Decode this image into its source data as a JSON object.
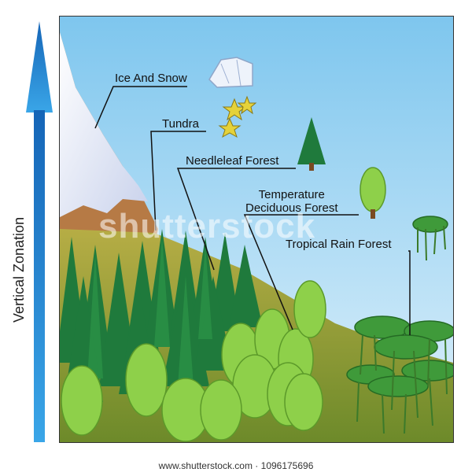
{
  "axis_label": "Vertical Zonation",
  "zones": [
    {
      "label": "Ice And Snow"
    },
    {
      "label": "Tundra"
    },
    {
      "label": "Needleleaf Forest"
    },
    {
      "label_line1": "Temperature",
      "label_line2": "Deciduous Forest"
    },
    {
      "label": "Tropical Rain Forest"
    }
  ],
  "watermark": "shutterstock",
  "footer": "www.shutterstock.com · 1096175696",
  "colors": {
    "arrow": "#1f7fd0",
    "sky": "#a9d7f0",
    "ground": "#a7a43a",
    "conifer": "#1f7a3c",
    "deciduous": "#8ed04a",
    "snow": "#eef2fb",
    "rock": "#b67a45"
  }
}
